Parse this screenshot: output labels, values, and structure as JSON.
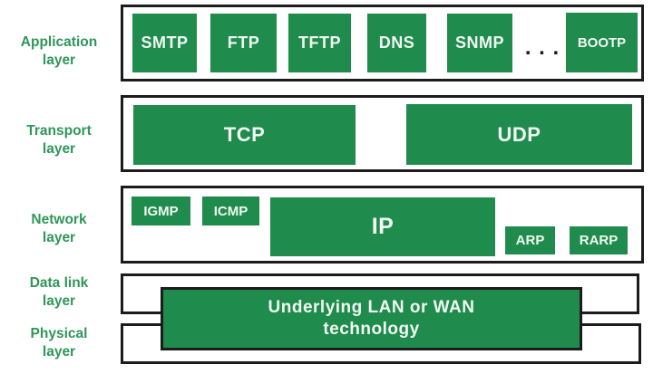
{
  "labels": {
    "application": {
      "line1": "Application",
      "line2": "layer"
    },
    "transport": {
      "line1": "Transport",
      "line2": "layer"
    },
    "network": {
      "line1": "Network",
      "line2": "layer"
    },
    "datalink": {
      "line1": "Data link",
      "line2": "layer"
    },
    "physical": {
      "line1": "Physical",
      "line2": "layer"
    }
  },
  "protocols": {
    "application": {
      "smtp": "SMTP",
      "ftp": "FTP",
      "tftp": "TFTP",
      "dns": "DNS",
      "snmp": "SNMP",
      "ellipsis": ". . .",
      "bootp": "BOOTP"
    },
    "transport": {
      "tcp": "TCP",
      "udp": "UDP"
    },
    "network": {
      "igmp": "IGMP",
      "icmp": "ICMP",
      "ip": "IP",
      "arp": "ARP",
      "rarp": "RARP"
    }
  },
  "underlying": {
    "line1": "Underlying LAN or WAN",
    "line2": "technology"
  },
  "colors": {
    "box_green": "#1f8b4d",
    "label_green": "#2f9659",
    "border_dark": "#1c1c1c",
    "box_text": "#f1f8f1",
    "dots_color": "#1a1a1a"
  }
}
